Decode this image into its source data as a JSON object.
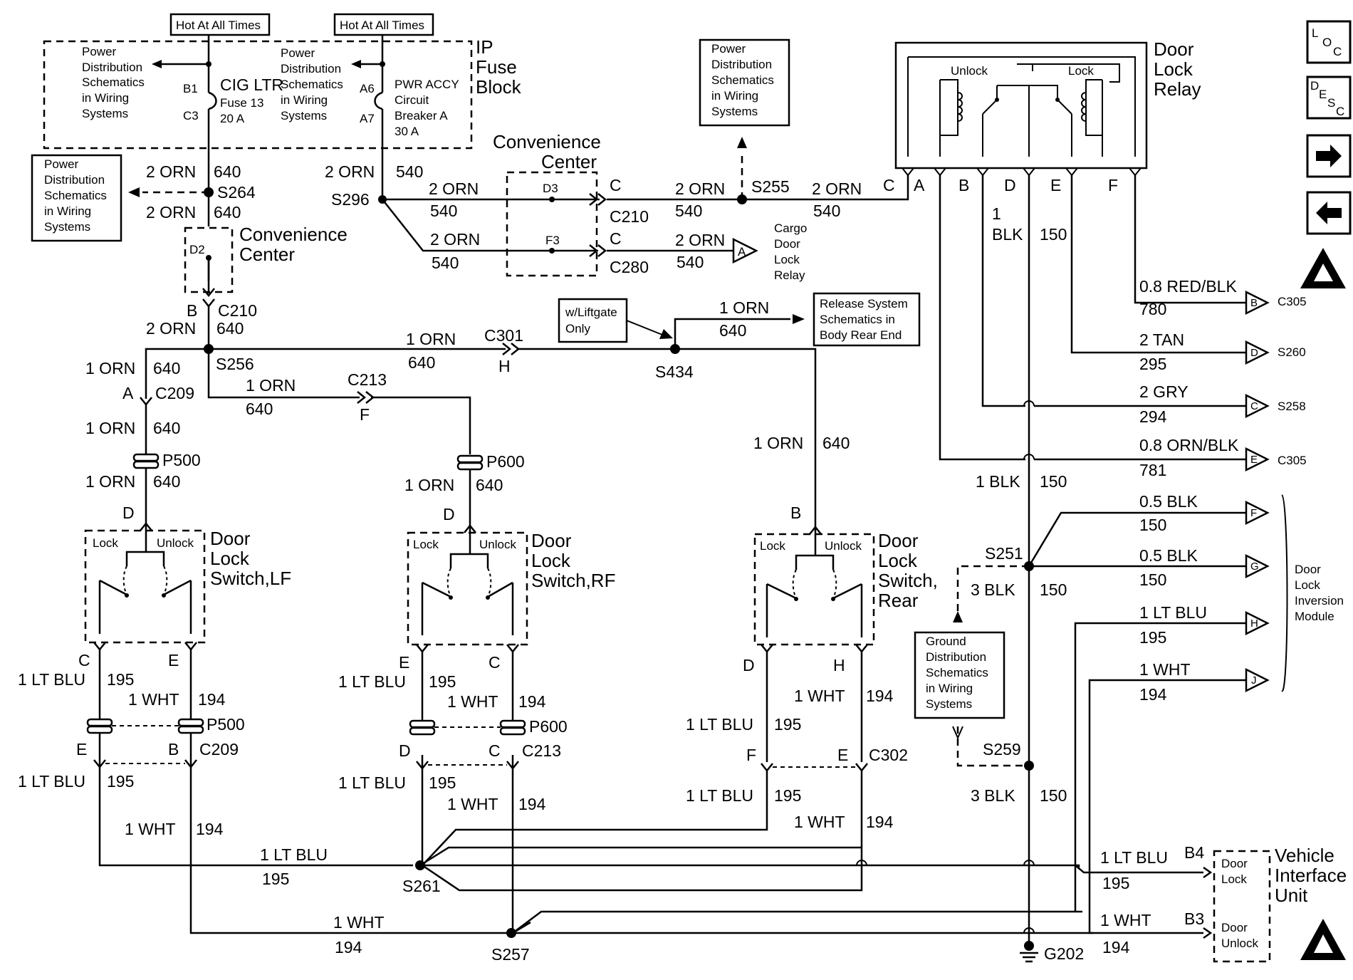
{
  "hot_at_all_times": [
    "Hot At All Times",
    "Hot At All Times"
  ],
  "pd_schematics": [
    "Power",
    "Distribution",
    "Schematics",
    "in Wiring",
    "Systems"
  ],
  "ip_fuse_block": [
    "IP",
    "Fuse",
    "Block"
  ],
  "cig_ltr": [
    "CIG LTR",
    "Fuse 13",
    "20 A"
  ],
  "pwr_accy": [
    "PWR ACCY",
    "Circuit",
    "Breaker A",
    "30 A"
  ],
  "pins": {
    "b1": "B1",
    "c3": "C3",
    "a6": "A6",
    "a7": "A7",
    "d2": "D2",
    "d3": "D3",
    "f3": "F3"
  },
  "convenience_center": [
    "Convenience",
    "Center"
  ],
  "wires": {
    "orn2": "2 ORN",
    "orn1": "1 ORN",
    "c640": "640",
    "c540": "540",
    "blk1": "1",
    "blk": "BLK",
    "blk1full": "1 BLK",
    "blk3": "3 BLK",
    "c150": "150",
    "redblk": "0.8 RED/BLK",
    "c780": "780",
    "tan": "2 TAN",
    "c295": "295",
    "gry": "2 GRY",
    "c294": "294",
    "ornblk": "0.8 ORN/BLK",
    "c781": "781",
    "blk05": "0.5 BLK",
    "ltblu": "1 LT BLU",
    "c195": "195",
    "wht": "1 WHT",
    "c194": "194"
  },
  "splices": {
    "s264": "S264",
    "s296": "S296",
    "s255": "S255",
    "s256": "S256",
    "s434": "S434",
    "s251": "S251",
    "s259": "S259",
    "s261": "S261",
    "s257": "S257",
    "g202": "G202"
  },
  "connectors": {
    "c210": "C210",
    "c280": "C280",
    "c301": "C301",
    "c213": "C213",
    "c209": "C209",
    "c302": "C302",
    "c305": "C305",
    "s260": "S260",
    "s258": "S258",
    "p500": "P500",
    "p600": "P600",
    "b4": "B4",
    "b3": "B3"
  },
  "letters": {
    "a": "A",
    "b": "B",
    "c": "C",
    "d": "D",
    "e": "E",
    "f": "F",
    "g": "G",
    "h": "H",
    "j": "J"
  },
  "cargo_relay": [
    "Cargo",
    "Door",
    "Lock",
    "Relay"
  ],
  "liftgate": [
    "w/Liftgate",
    "Only"
  ],
  "release": [
    "Release System",
    "Schematics in",
    "Body Rear End"
  ],
  "door_lock_relay": [
    "Door",
    "Lock",
    "Relay"
  ],
  "relay_unlock": "Unlock",
  "relay_lock": "Lock",
  "switch_lf": [
    "Door",
    "Lock",
    "Switch,LF"
  ],
  "switch_rf": [
    "Door",
    "Lock",
    "Switch,RF"
  ],
  "switch_rear": [
    "Door",
    "Lock",
    "Switch,",
    "Rear"
  ],
  "sw_lock": "Lock",
  "sw_unlock": "Unlock",
  "ground_dist": [
    "Ground",
    "Distribution",
    "Schematics",
    "in Wiring",
    "Systems"
  ],
  "inversion_module": [
    "Door",
    "Lock",
    "Inversion",
    "Module"
  ],
  "viu": [
    "Vehicle",
    "Interface",
    "Unit"
  ],
  "viu_lock": [
    "Door",
    "Lock"
  ],
  "viu_unlock": [
    "Door",
    "Unlock"
  ],
  "nav": {
    "loc": "LOC",
    "desc": "DESC",
    "next_icon": "arrow-right-icon",
    "prev_icon": "arrow-left-icon"
  }
}
